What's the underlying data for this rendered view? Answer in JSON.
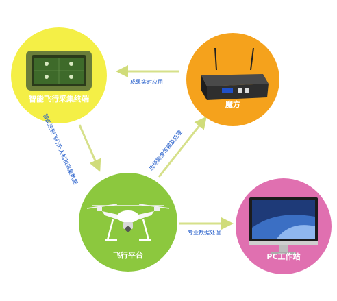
{
  "nodes": {
    "terminal": {
      "label": "智能飞行采集终端",
      "color": "#f4ef46"
    },
    "magic_cube": {
      "label": "魔方",
      "color": "#f5a21c"
    },
    "flight_platform": {
      "label": "飞行平台",
      "color": "#8cc83e"
    },
    "pc_station": {
      "label": "PC工作站",
      "color": "#e070b0"
    }
  },
  "edges": {
    "cube_to_terminal": "成果实时应用",
    "terminal_to_platform": "智能控制飞行无人机和采集数据",
    "platform_to_cube": "现场影像传输及处理",
    "platform_to_pc": "专业数据处理"
  },
  "colors": {
    "arrow": "#d6e08a",
    "edge_text": "#1a56c8"
  }
}
